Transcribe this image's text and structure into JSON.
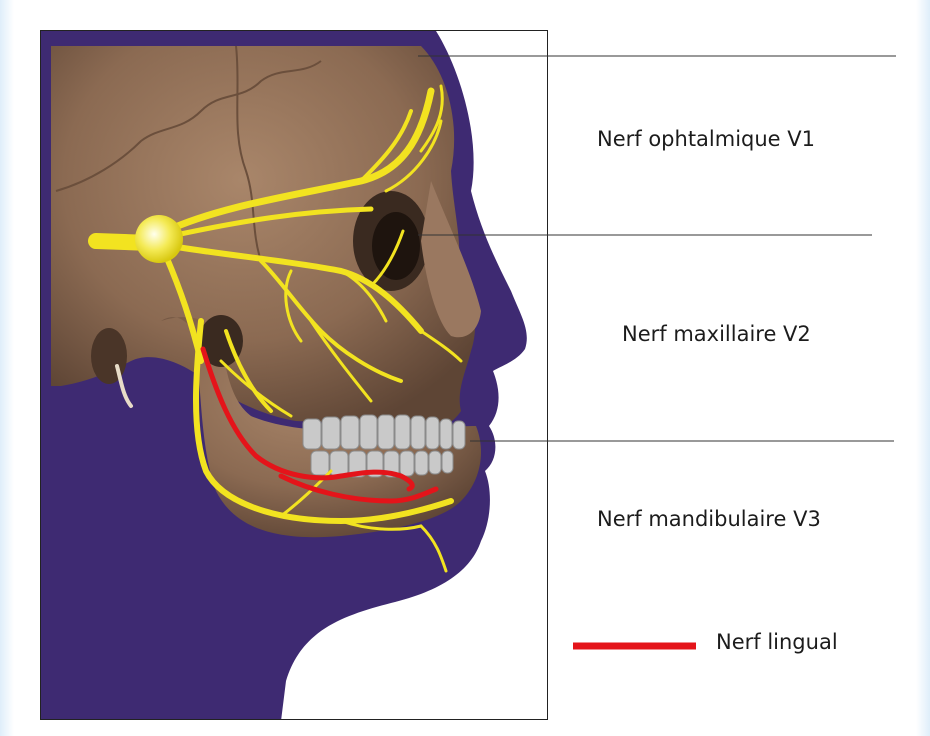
{
  "labels": {
    "v1": "Nerf ophtalmique V1",
    "v2": "Nerf maxillaire V2",
    "v3": "Nerf mandibulaire V3",
    "lingual": "Nerf lingual"
  },
  "colors": {
    "background": "#3e2a72",
    "skull": "#8b6a52",
    "nerve": "#f2e320",
    "lingual_nerve": "#e4141a",
    "teeth": "#c9c9c9"
  },
  "icons": {
    "ganglion": "trigeminal-ganglion"
  }
}
